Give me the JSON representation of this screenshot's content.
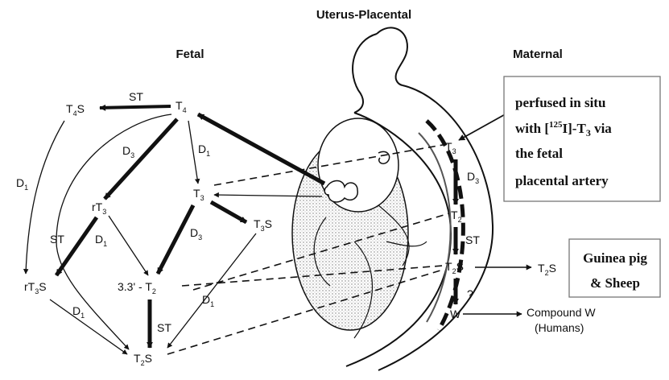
{
  "headers": {
    "center": "Uterus-Placental",
    "left": "Fetal",
    "right": "Maternal"
  },
  "fetal_nodes": {
    "t4s": {
      "main": "T",
      "sub": "4",
      "tail": "S"
    },
    "t4": {
      "main": "T",
      "sub": "4"
    },
    "rt3": {
      "main": "rT",
      "sub": "3"
    },
    "t3": {
      "main": "T",
      "sub": "3"
    },
    "t3s": {
      "main": "T",
      "sub": "3",
      "tail": "S"
    },
    "rt3s": {
      "main": "rT",
      "sub": "3",
      "tail": "S"
    },
    "t2_33": {
      "main": "3.3' - T",
      "sub": "2"
    },
    "t2s": {
      "main": "T",
      "sub": "2",
      "tail": "S"
    }
  },
  "maternal_nodes": {
    "t3": {
      "main": "T",
      "sub": "3"
    },
    "t2": {
      "main": "T",
      "sub": "2"
    },
    "t2s": {
      "main": "T",
      "sub": "2",
      "tail": "S"
    },
    "w": "W",
    "t2s_out": {
      "main": "T",
      "sub": "2",
      "tail": "S"
    },
    "compound_w": "Compound W",
    "humans": "(Humans)"
  },
  "edge_labels": {
    "st_t4s": "ST",
    "d3_t4": {
      "main": "D",
      "sub": "3"
    },
    "d1_t4": {
      "main": "D",
      "sub": "1"
    },
    "d1_left": {
      "main": "D",
      "sub": "1"
    },
    "st_rt3": "ST",
    "d1_rt3": {
      "main": "D",
      "sub": "1"
    },
    "d3_t3": {
      "main": "D",
      "sub": "3"
    },
    "st_t2": "ST",
    "d1_t3s": {
      "main": "D",
      "sub": "1"
    },
    "d1_rt3s": {
      "main": "D",
      "sub": "1"
    },
    "d3_maternal": {
      "main": "D",
      "sub": "3"
    },
    "st_maternal": "ST",
    "q_maternal": "?"
  },
  "perfusion_note": {
    "line1": "perfused in situ",
    "line2_pre": "with [",
    "line2_sup": "125",
    "line2_post": "I]-T",
    "line2_sub": "3",
    "line2_end": " via",
    "line3": "the fetal",
    "line4": "placental artery"
  },
  "species_note": {
    "line1": "Guinea pig",
    "line2": "& Sheep"
  }
}
